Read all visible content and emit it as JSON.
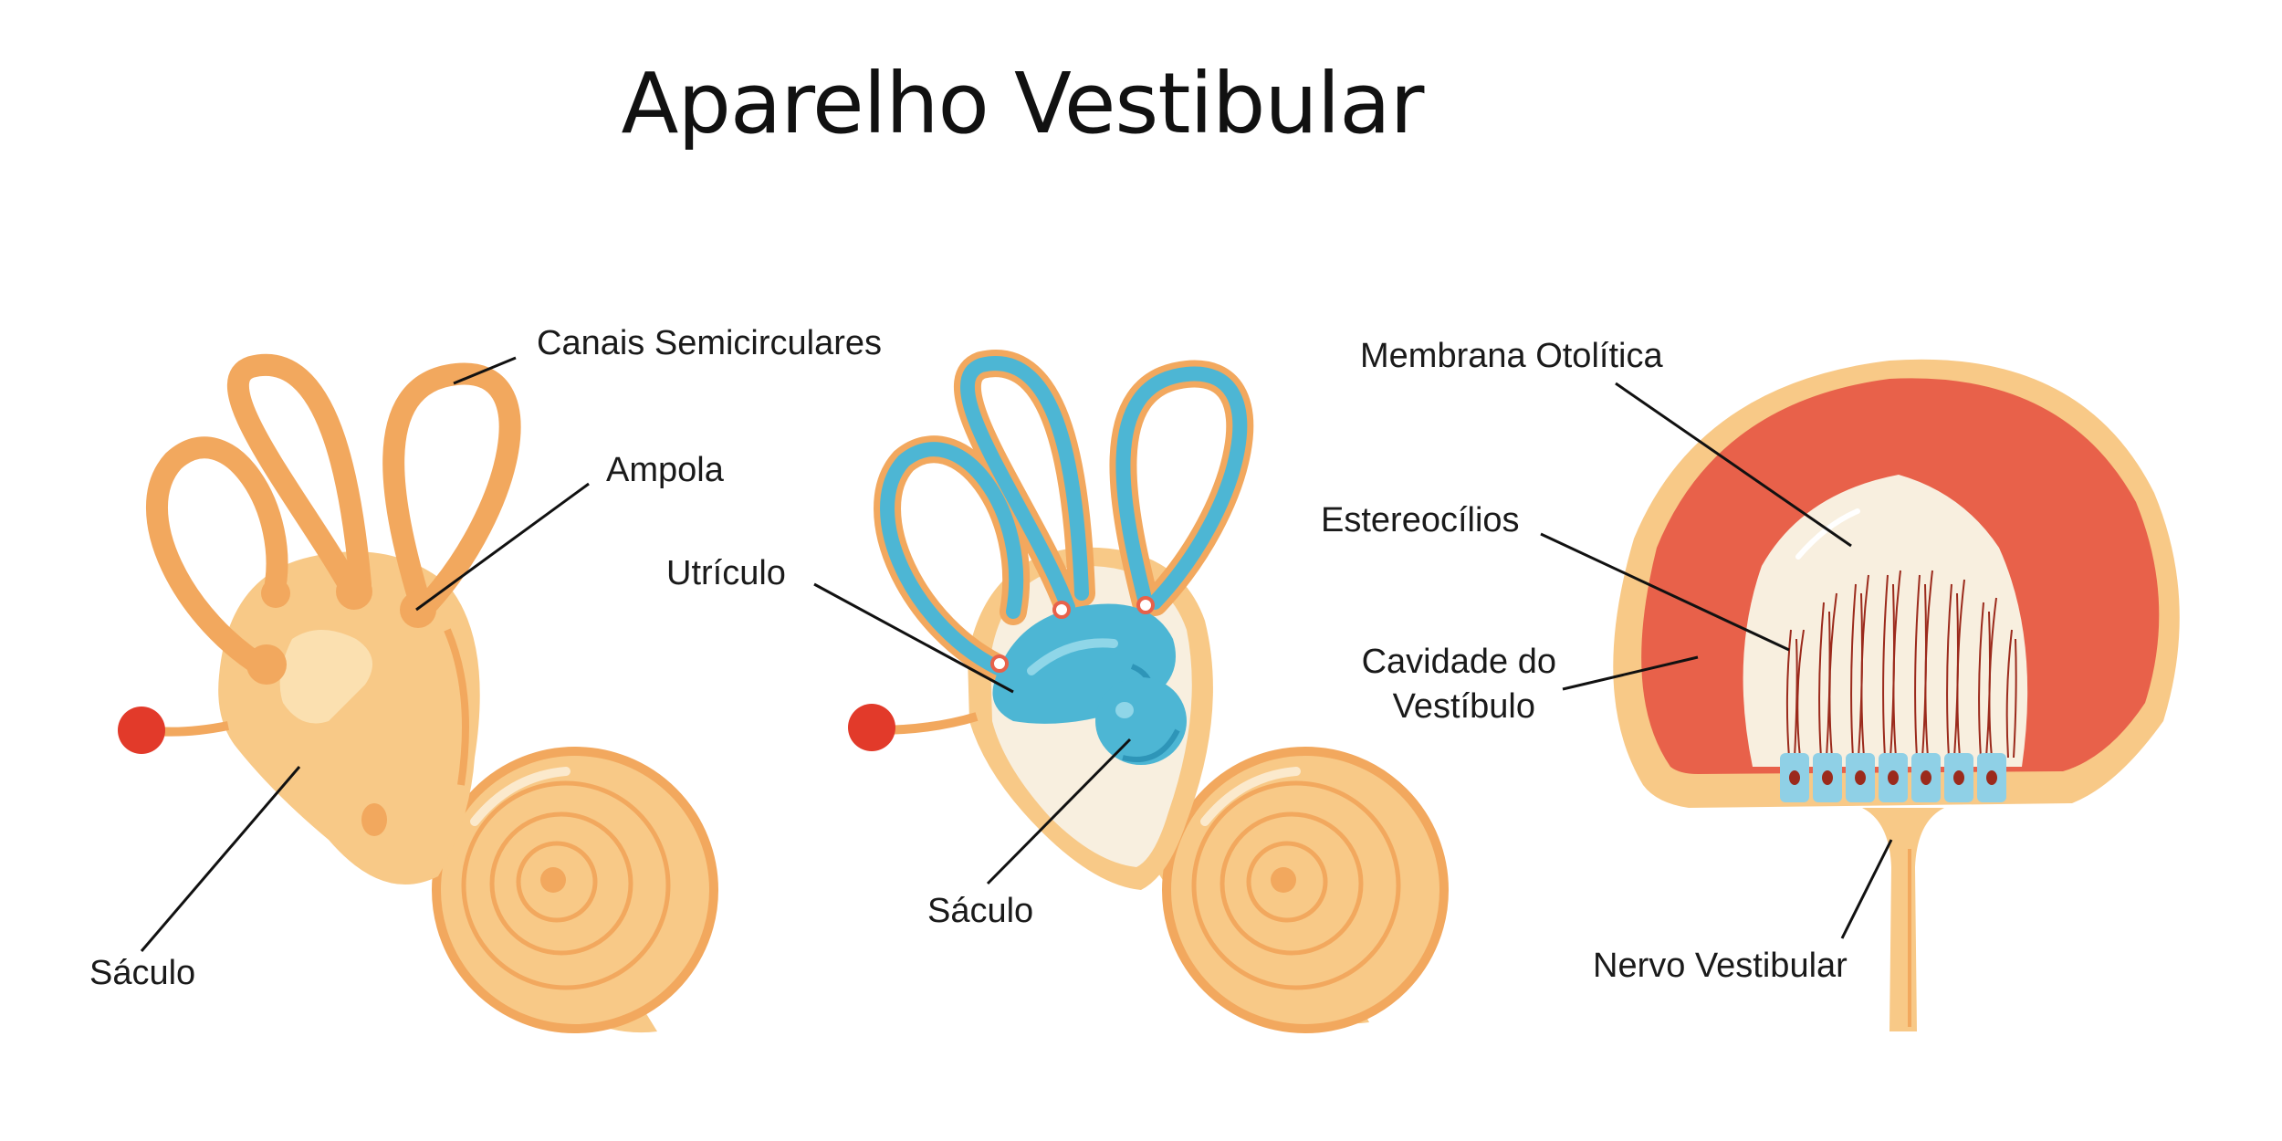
{
  "title": "Aparelho Vestibular",
  "labels": {
    "canais_semicirculares": "Canais Semicirculares",
    "ampola": "Ampola",
    "saculo_left": "Sáculo",
    "utriculo": "Utrículo",
    "saculo_mid": "Sáculo",
    "membrana_otolitica": "Membrana Otolítica",
    "estereocilios": "Estereocílios",
    "cavidade_line1": "Cavidade do",
    "cavidade_line2": "Vestíbulo",
    "nervo_vestibular": "Nervo Vestibular"
  },
  "colors": {
    "tissue": "#F8C987",
    "tissue_dark": "#F2A85E",
    "tissue_light": "#FBE0B0",
    "membrane": "#4DB6D4",
    "membrane_dark": "#2E95B8",
    "cream": "#F8EFDF",
    "cavity": "#E8614A",
    "nerve_dot": "#E23A2A",
    "cilia": "#9B2A1C"
  }
}
